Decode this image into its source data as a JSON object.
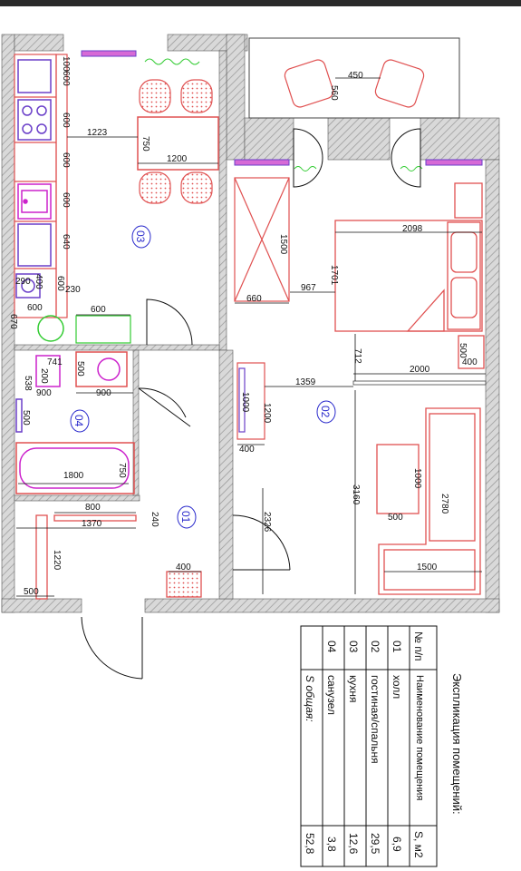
{
  "rooms": [
    {
      "number": "01",
      "name": "холл",
      "area": "6.9"
    },
    {
      "number": "02",
      "name": "гостиная/спальня",
      "area": "29.5"
    },
    {
      "number": "03",
      "name": "кухня",
      "area": "12.6"
    },
    {
      "number": "04",
      "name": "санузел",
      "area": "3.8"
    }
  ],
  "table": {
    "caption": "Экспликация помещений:",
    "col_number": "№ п/п",
    "col_name": "Наименование помещения",
    "col_area": "S, м2",
    "total_label": "S общая:",
    "total_value": "52,8"
  },
  "room_tags": {
    "r01": "01",
    "r02": "02",
    "r03": "03",
    "r04": "04"
  },
  "area_values": {
    "r01": "6,9",
    "r02": "29,5",
    "r03": "12,6",
    "r04": "3,8"
  },
  "dimensions": {
    "d100": "100",
    "d600a": "600",
    "d600b": "600",
    "d600c": "600",
    "d600d": "600",
    "d640": "640",
    "d1223": "1223",
    "d750": "750",
    "d1200": "1200",
    "d290": "290",
    "d400": "400",
    "d600e": "600",
    "d230": "230",
    "d600f": "600",
    "d670": "670",
    "d600g": "600",
    "d450": "450",
    "d560": "560",
    "d2098": "2098",
    "d1500a": "1500",
    "d1701": "1701",
    "d660": "660",
    "d967": "967",
    "d712": "712",
    "d2000": "2000",
    "d500a": "500",
    "d400b": "400",
    "d200": "200",
    "d741": "741",
    "d538": "538",
    "d900a": "900",
    "d500b": "500",
    "d900b": "900",
    "d500c": "500",
    "d1800": "1800",
    "d750b": "750",
    "d1000a": "1000",
    "d1200b": "1200",
    "d1359": "1359",
    "d400c": "400",
    "d3160": "3160",
    "d1000b": "1000",
    "d500d": "500",
    "d2780": "2780",
    "d1500b": "1500",
    "d800": "800",
    "d1370": "1370",
    "d240": "240",
    "d2326": "2326",
    "d1220": "1220",
    "d500e": "500",
    "d400d": "400"
  },
  "colors": {
    "wall": "#b0b0b0",
    "furniture": "#e05050",
    "fixture": "#cc22cc",
    "radiator": "#6a3fc9",
    "airflow": "#33cc33",
    "tag": "#2a2acc"
  }
}
